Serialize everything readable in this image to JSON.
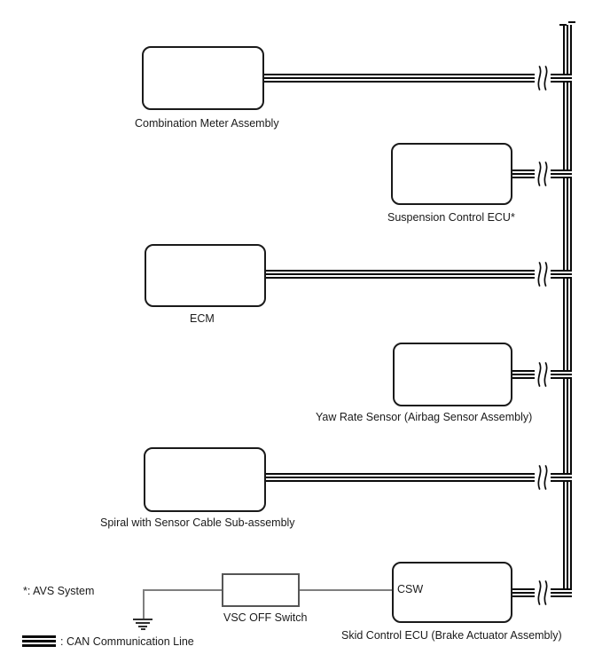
{
  "nodes": {
    "combination_meter": {
      "label": "Combination Meter Assembly"
    },
    "suspension_ecu": {
      "label": "Suspension Control ECU*"
    },
    "ecm": {
      "label": "ECM"
    },
    "yaw_rate_sensor": {
      "label": "Yaw Rate Sensor (Airbag Sensor Assembly)"
    },
    "spiral_cable": {
      "label": "Spiral with Sensor Cable Sub-assembly"
    },
    "skid_control_ecu": {
      "label": "Skid Control ECU (Brake Actuator Assembly)",
      "pin": "CSW"
    },
    "vsc_off_switch": {
      "label": "VSC OFF Switch"
    }
  },
  "legend": {
    "avs_note": "*: AVS System",
    "can_line_label": ": CAN Communication Line"
  },
  "icons": {
    "can_bus": "triple-black-line",
    "ground": "ground-symbol",
    "line_break": "double-slash-break"
  },
  "colors": {
    "can_line": "#0a0a0a",
    "box_border": "#1a1a1a",
    "switch_wire": "#7f7f7f",
    "background": "#ffffff"
  }
}
